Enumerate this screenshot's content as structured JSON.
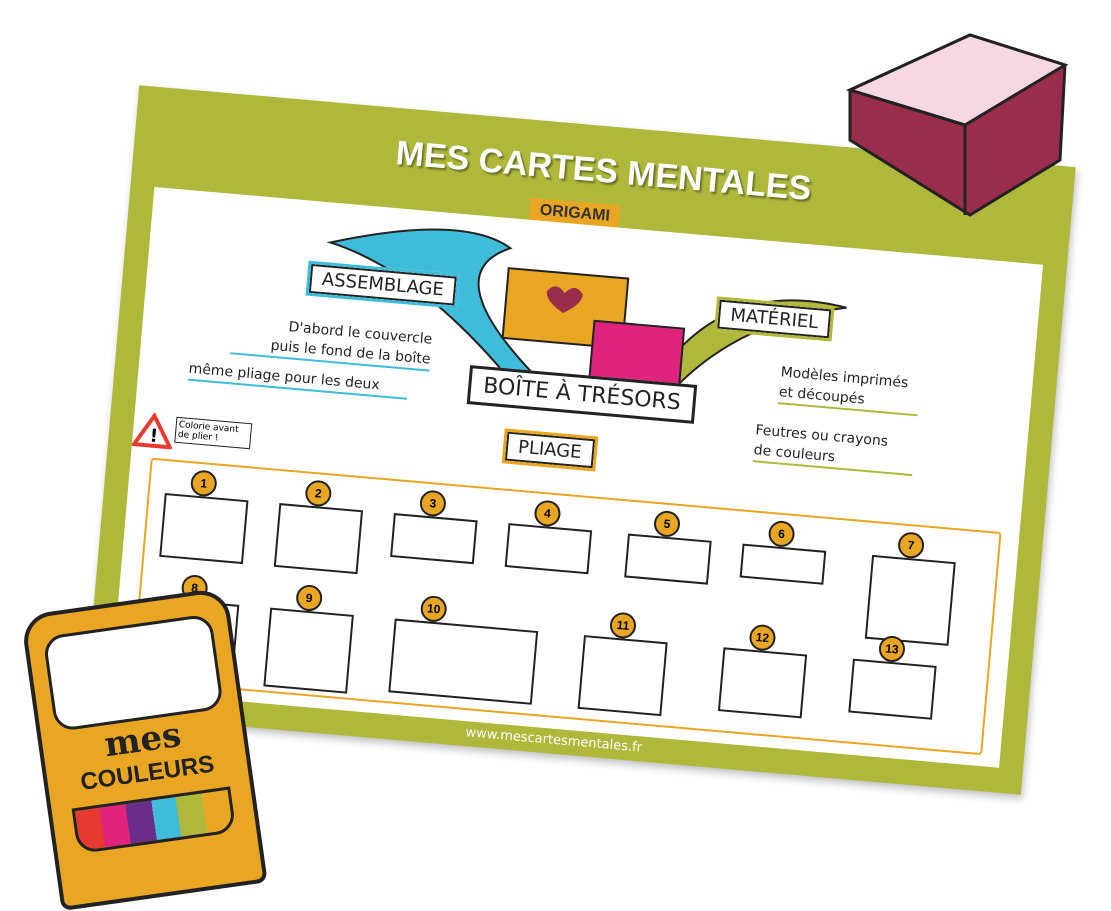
{
  "header": {
    "title": "MES CARTES MENTALES",
    "subtitle": "ORIGAMI"
  },
  "center": {
    "label": "BOÎTE À TRÉSORS"
  },
  "branches": {
    "assemblage": {
      "label": "ASSEMBLAGE",
      "notes": [
        "D'abord le couvercle",
        "puis le fond de la boîte",
        "même pliage pour les deux"
      ]
    },
    "materiel": {
      "label": "MATÉRIEL",
      "notes": [
        "Modèles imprimés",
        "et découpés",
        "Feutres ou crayons",
        "de couleurs"
      ]
    },
    "pliage": {
      "label": "PLIAGE"
    }
  },
  "warning": {
    "text": "Colorie avant de plier !"
  },
  "steps": [
    "1",
    "2",
    "3",
    "4",
    "5",
    "6",
    "7",
    "8",
    "9",
    "10",
    "11",
    "12",
    "13"
  ],
  "crayons": {
    "line1": "mes",
    "line2": "COULEURS"
  },
  "footer": {
    "url": "www.mescartesmentales.fr"
  },
  "colors": {
    "green": "#afb83b",
    "orange": "#e9a623",
    "blue": "#3fbcd9",
    "pink": "#e0247e",
    "maroon": "#9b2d4c"
  }
}
